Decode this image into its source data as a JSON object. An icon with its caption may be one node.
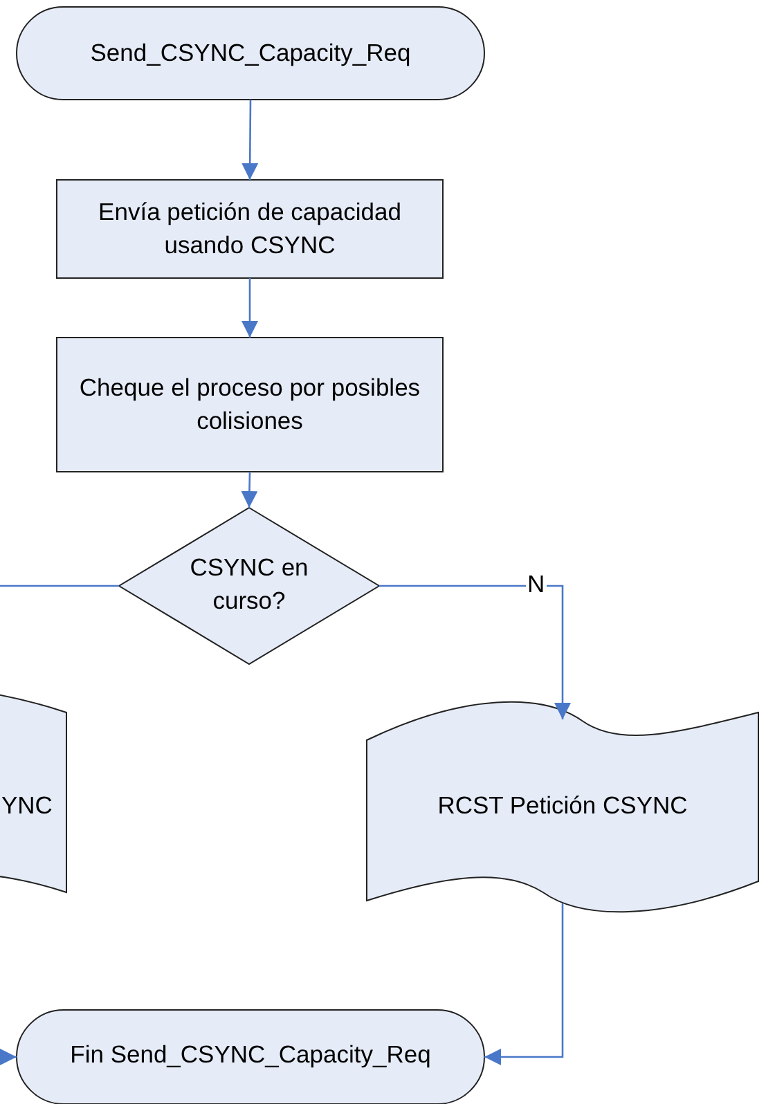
{
  "diagram": {
    "nodes": [
      {
        "text": [
          "Send_CSYNC_Capacity_Req"
        ]
      },
      {
        "text": [
          "Envía petición de capacidad usando CSYNC"
        ]
      },
      {
        "text": [
          "Cheque el proceso por posibles colisiones"
        ]
      },
      {
        "text": [
          "CSYNC en curso?"
        ]
      },
      {
        "text": [
          "YNC"
        ]
      },
      {
        "text": [
          "RCST Petición CSYNC"
        ]
      },
      {
        "text": [
          "Fin Send_CSYNC_Capacity_Req"
        ]
      }
    ],
    "edges": [
      {
        "from": 0,
        "to": 1,
        "arrow": "to"
      },
      {
        "from": 1,
        "to": 2,
        "arrow": "to"
      },
      {
        "from": 2,
        "to": 3,
        "arrow": "to"
      },
      {
        "from": 3,
        "to": null,
        "arrow": "none"
      },
      {
        "from": 3,
        "to": 5,
        "arrow": "to",
        "label": "N"
      },
      {
        "from": 5,
        "to": 6,
        "arrow": "to"
      },
      {
        "from": null,
        "to": 6,
        "arrow": "to"
      }
    ]
  }
}
